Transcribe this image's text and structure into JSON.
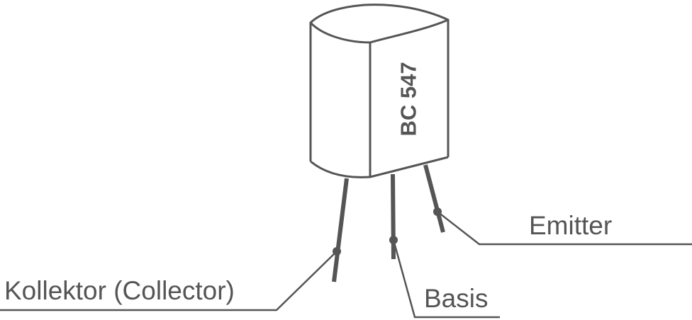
{
  "colors": {
    "stroke": "#555555",
    "background": "#ffffff"
  },
  "transistor": {
    "marking": "BC 547"
  },
  "pins": {
    "collector": "Kollektor (Collector)",
    "base": "Basis",
    "emitter": "Emitter"
  }
}
